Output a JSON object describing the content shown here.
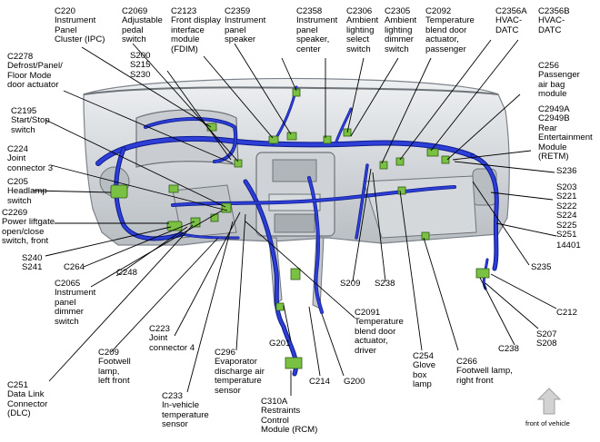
{
  "labels": {
    "c220": "C220\nInstrument\nPanel\nCluster (IPC)",
    "c2069": "C2069\nAdjustable\npedal\nswitch",
    "c2123": "C2123\nFront display\ninterface\nmodule\n(FDIM)",
    "c2359": "C2359\nInstrument\npanel\nspeaker",
    "c2358": "C2358\nInstrument\npanel\nspeaker,\ncenter",
    "c2306": "C2306\nAmbient\nlighting\nselect\nswitch",
    "c2305": "C2305\nAmbient\nlighting\ndimmer\nswitch",
    "c2092": "C2092\nTemperature\nblend door\nactuator,\npassenger",
    "c2356a": "C2356A\nHVAC-\nDATC",
    "c2356b": "C2356B\nHVAC-\nDATC",
    "s200": "S200\nS215\nS230",
    "c2278": "C2278\nDefrost/Panel/\nFloor Mode\ndoor actuator",
    "c256": "C256\nPassenger\nair bag\nmodule",
    "c2195": "C2195\nStart/Stop\nswitch",
    "c2949": "C2949A\nC2949B\nRear\nEntertainment\nModule\n(RETM)",
    "c224": "C224\nJoint\nconnector 3",
    "s236": "S236",
    "c205": "C205\nHeadlamp\nswitch",
    "c2269": "C2269\nPower liftgate\nopen/close\nswitch, front",
    "s203": "S203\nS221\nS222\nS224\nS225\nS251",
    "n14401": "14401",
    "s240": "S240\nS241",
    "c264": "C264",
    "c248": "C248",
    "s235": "S235",
    "c2065": "C2065\nInstrument\npanel\ndimmer\nswitch",
    "s209": "S209",
    "s238": "S238",
    "c2091": "C2091\nTemperature\nblend door\nactuator,\ndriver",
    "c212": "C212",
    "c223": "C223\nJoint\nconnector 4",
    "g201": "G201",
    "c209": "C209\nFootwell\nlamp,\nleft front",
    "c296": "C296\nEvaporator\ndischarge air\ntemperature\nsensor",
    "s207": "S207\nS208",
    "c238": "C238",
    "c254": "C254\nGlove\nbox\nlamp",
    "c266": "C266\nFootwell lamp,\nright front",
    "c214": "C214",
    "g200": "G200",
    "c251": "C251\nData Link\nConnector\n(DLC)",
    "c233": "C233\nIn-vehicle\ntemperature\nsensor",
    "c310a": "C310A\nRestraints\nControl\nModule (RCM)",
    "front": "front of vehicle"
  },
  "colors": {
    "harness": "#2d3fd6",
    "harness_dark": "#0d1a8c",
    "connector": "#7ac143",
    "panel": "#d9dcdf",
    "panel_dark": "#8f959a",
    "leader": "#000000",
    "arrow": "#c8c8c8"
  }
}
